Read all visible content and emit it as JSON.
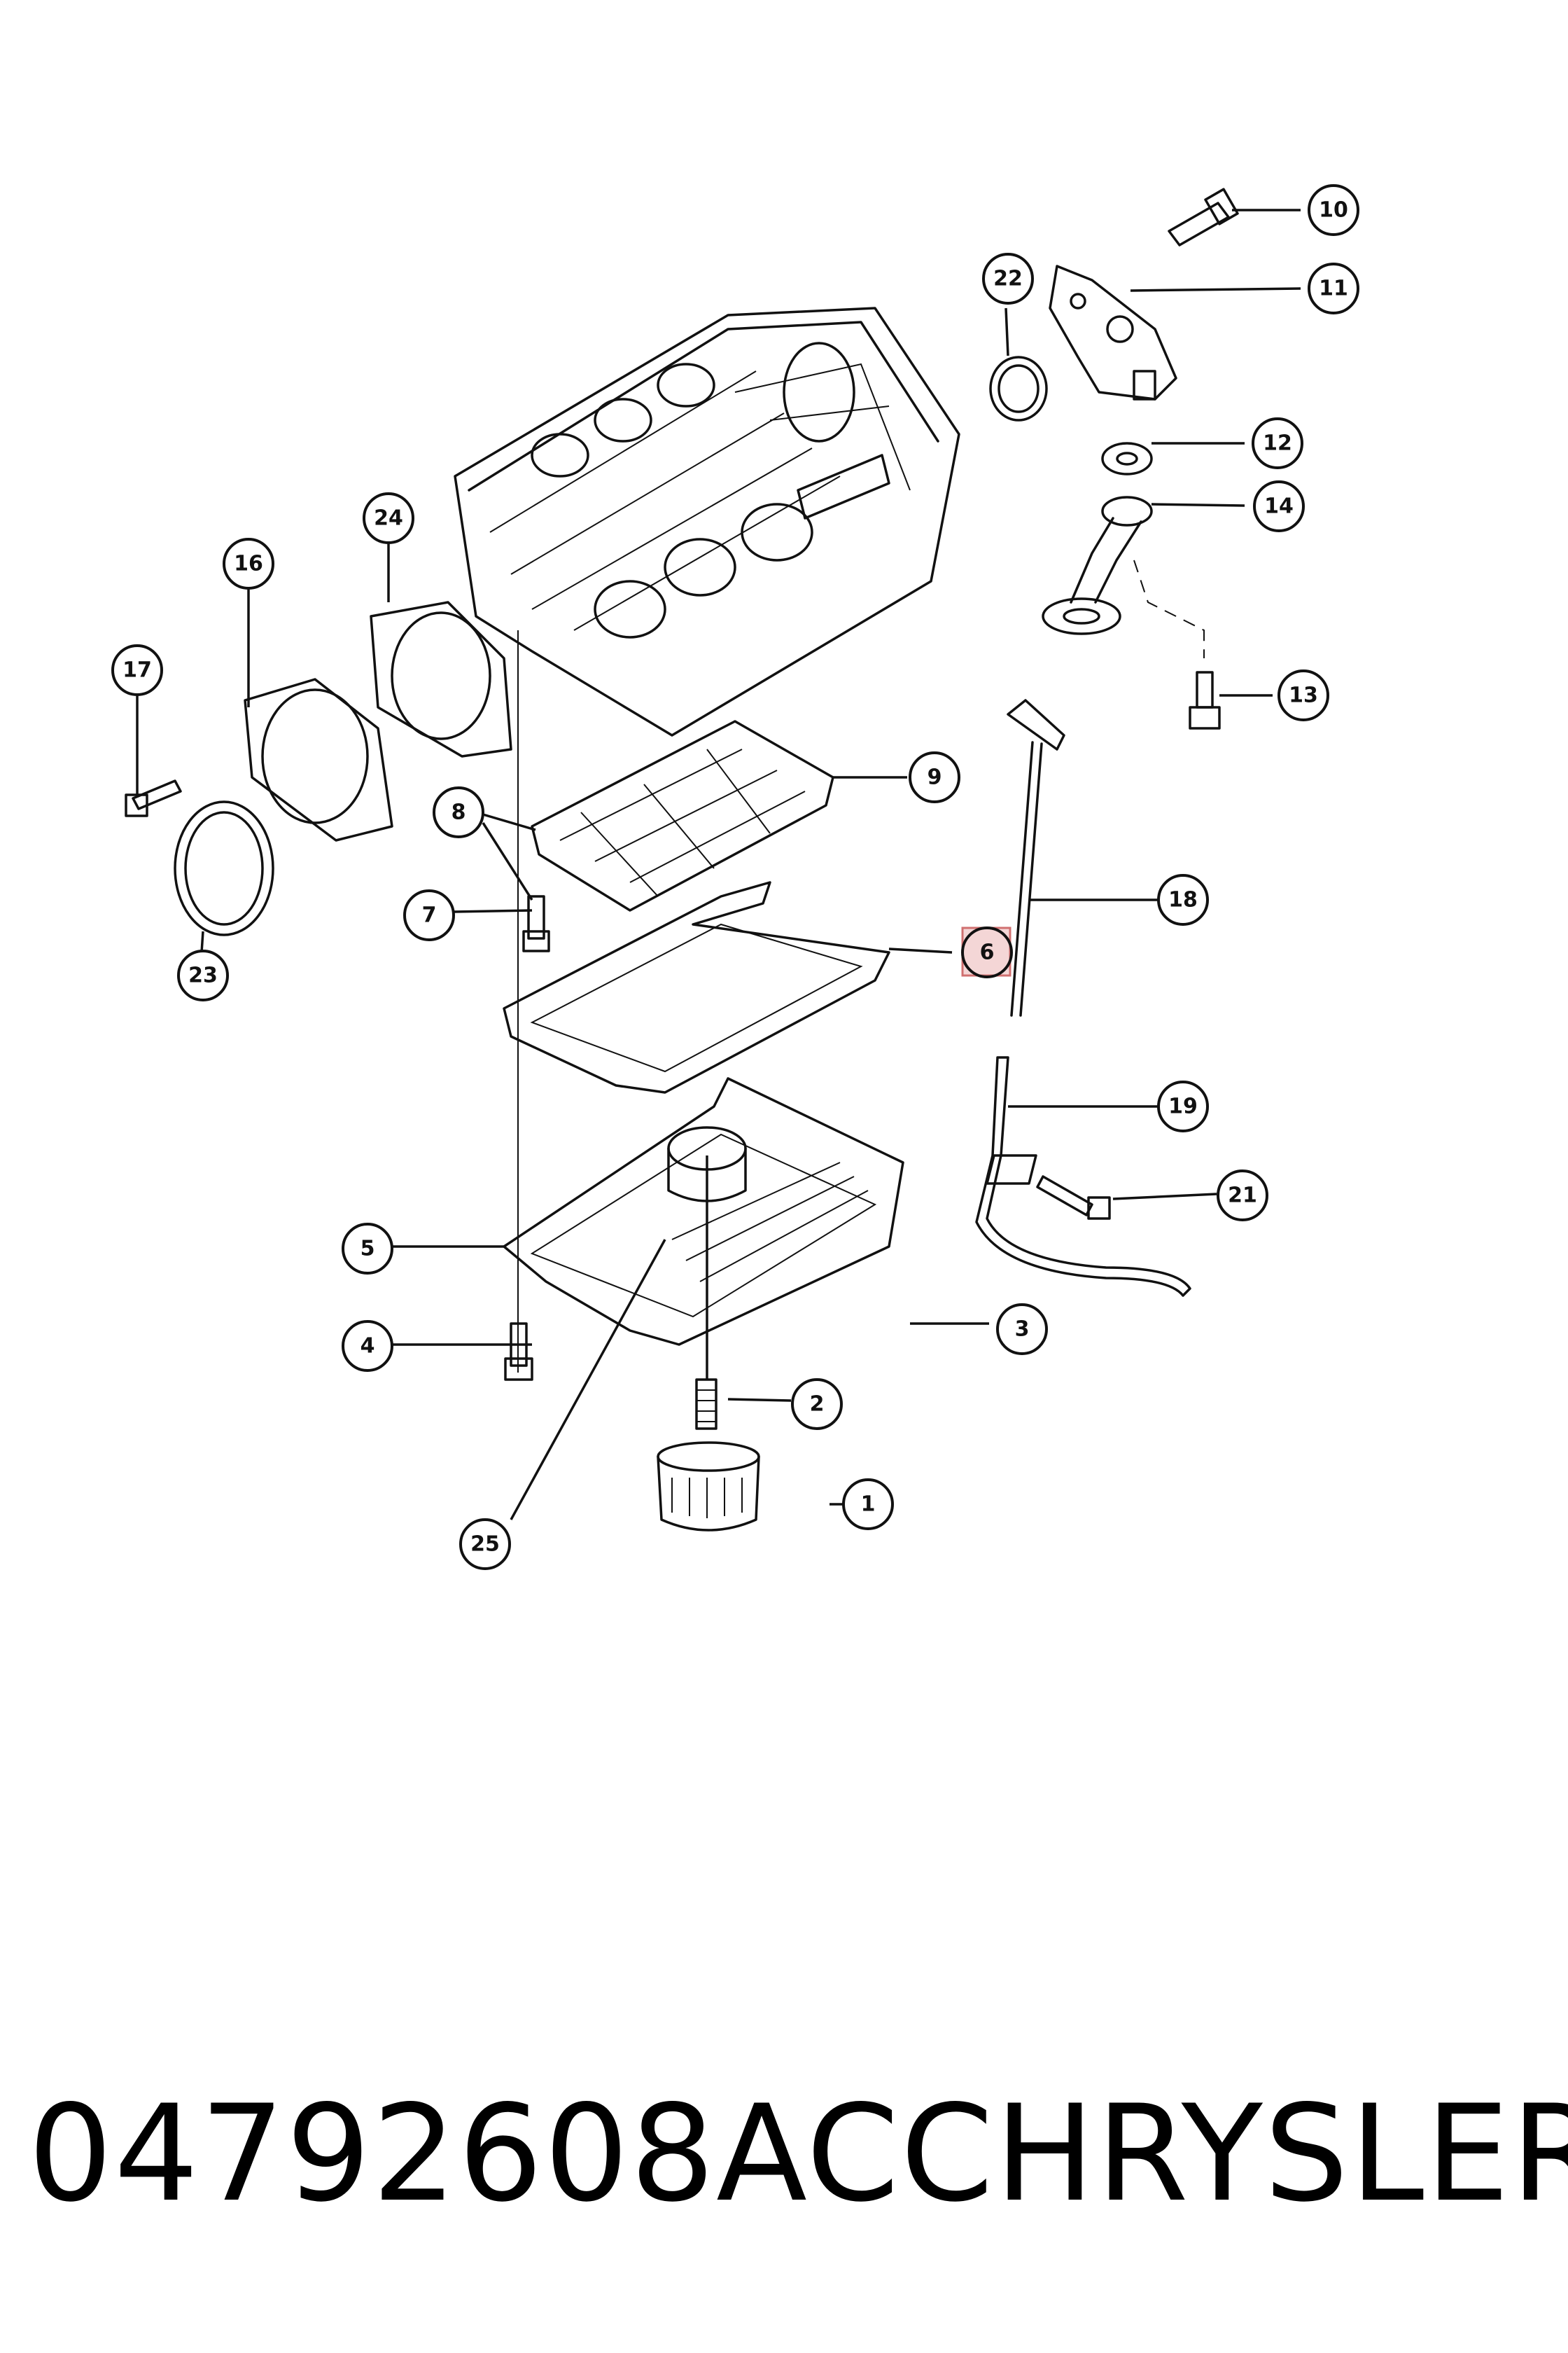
{
  "footer": {
    "part_number": "04792608AC",
    "brand": "CHRYSLER"
  },
  "callouts": [
    {
      "id": "c1",
      "label": "1"
    },
    {
      "id": "c2",
      "label": "2"
    },
    {
      "id": "c3",
      "label": "3"
    },
    {
      "id": "c4",
      "label": "4"
    },
    {
      "id": "c5",
      "label": "5"
    },
    {
      "id": "c6",
      "label": "6",
      "highlighted": true,
      "highlight_color": "#e8a0a0"
    },
    {
      "id": "c7",
      "label": "7"
    },
    {
      "id": "c8",
      "label": "8"
    },
    {
      "id": "c9",
      "label": "9"
    },
    {
      "id": "c10",
      "label": "10"
    },
    {
      "id": "c11",
      "label": "11"
    },
    {
      "id": "c12",
      "label": "12"
    },
    {
      "id": "c13",
      "label": "13"
    },
    {
      "id": "c14",
      "label": "14"
    },
    {
      "id": "c16",
      "label": "16"
    },
    {
      "id": "c17",
      "label": "17"
    },
    {
      "id": "c18",
      "label": "18"
    },
    {
      "id": "c19",
      "label": "19"
    },
    {
      "id": "c21",
      "label": "21"
    },
    {
      "id": "c22",
      "label": "22"
    },
    {
      "id": "c23",
      "label": "23"
    },
    {
      "id": "c24",
      "label": "24"
    },
    {
      "id": "c25",
      "label": "25"
    }
  ]
}
